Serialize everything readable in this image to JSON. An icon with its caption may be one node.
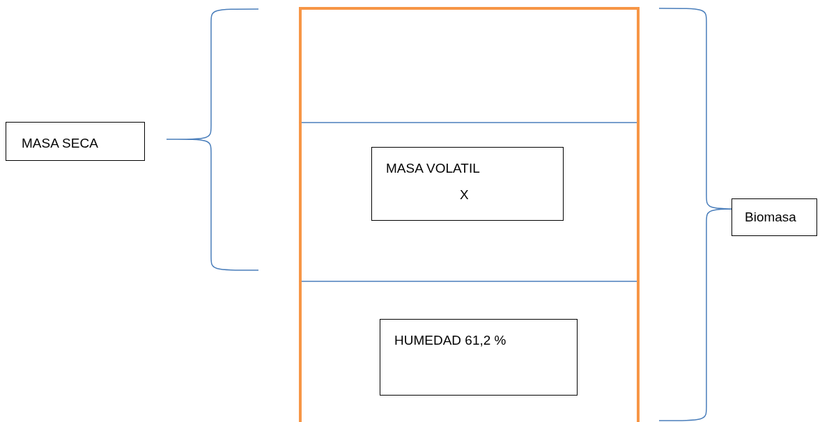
{
  "diagram": {
    "nodes": [
      {
        "text": [
          "MASA SECA"
        ]
      },
      {
        "text": [
          "MASA VOLATIL",
          "X"
        ]
      },
      {
        "text": [
          "HUMEDAD 61,2 %"
        ]
      },
      {
        "text": [
          "Biomasa"
        ]
      }
    ]
  }
}
